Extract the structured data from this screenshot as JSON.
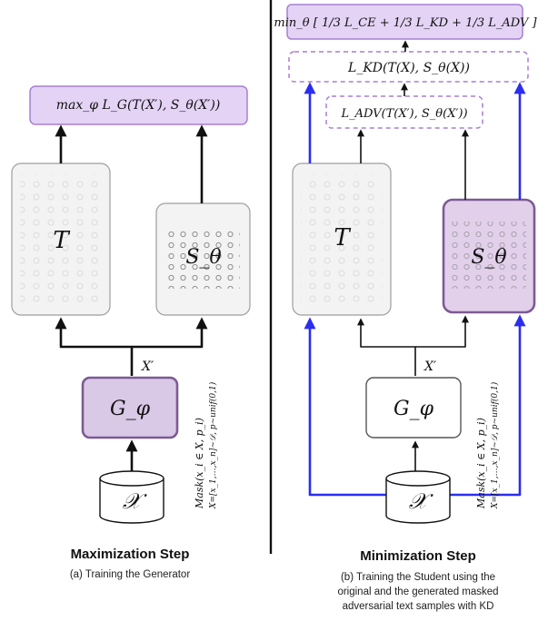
{
  "left_panel": {
    "objective": "max_φ L_G(T(X′), S_θ(X′))",
    "teacher_label": "T",
    "student_label": "S_θ",
    "x_prime_label": "X′",
    "generator_label": "G_φ",
    "data_label": "𝒳",
    "mask_line1": "Mask(x_i ∈ X, p_i)",
    "mask_line2": "X=[x_1,…,x_n]∼𝒟, p∼unif(0,1)",
    "caption_title": "Maximization Step",
    "caption_sub": "(a) Training the Generator"
  },
  "right_panel": {
    "objective": "min_θ [ 1/3 L_CE + 1/3 L_KD + 1/3 L_ADV ]",
    "kd_loss": "L_KD(T(X), S_θ(X))",
    "adv_loss": "L_ADV(T(X′), S_θ(X′))",
    "teacher_label": "T",
    "student_label": "S_θ",
    "x_prime_label": "X′",
    "generator_label": "G_φ",
    "data_label": "𝒳",
    "mask_line1": "Mask(x_i ∈ X, p_i)",
    "mask_line2": "X=[x_1,…,x_n]∼𝒟, p∼unif(0,1)",
    "caption_title": "Minimization Step",
    "caption_sub_lines": [
      "(b) Training the Student using the",
      "original and the generated masked",
      "adversarial text samples with KD"
    ]
  },
  "colors": {
    "purple_fill": "#e4d3f5",
    "purple_stroke": "#a77fd3",
    "generator_fill": "#d9c8e6",
    "generator_stroke": "#7d5a94",
    "student_fill": "#e2d0eb",
    "student_stroke": "#7d5a94",
    "gray_fill": "#f3f3f3",
    "gray_stroke": "#9e9e9e",
    "blue_arrow": "#2b2df0",
    "black": "#111111"
  }
}
